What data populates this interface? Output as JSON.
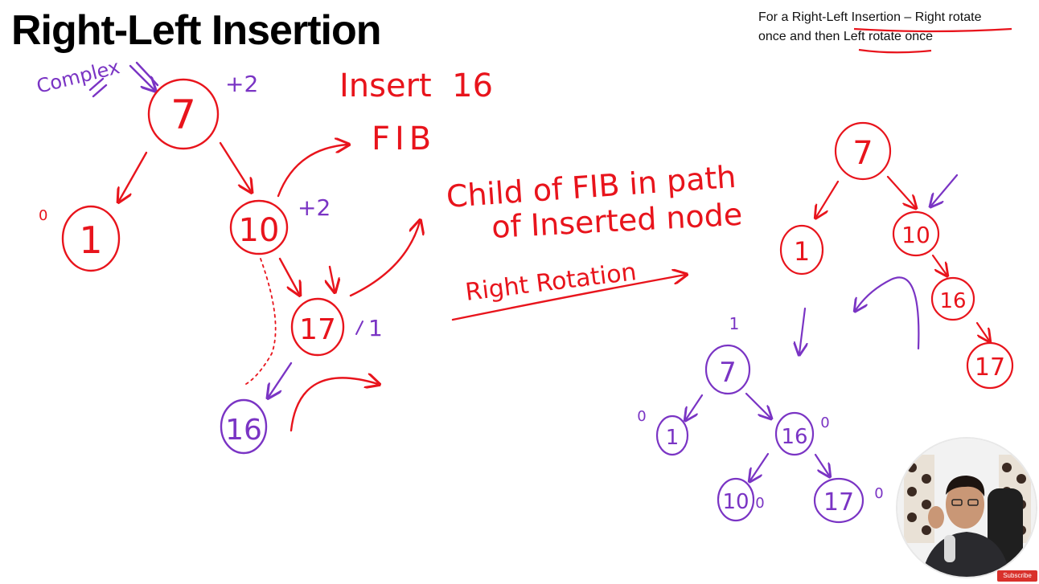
{
  "slide": {
    "title": "Right-Left Insertion",
    "note_line1": "For a Right-Left Insertion – Right rotate",
    "note_line2": "once and then Left rotate once"
  },
  "annotations": {
    "complex": "Complex",
    "insert": "Insert  16",
    "fib": "FIB",
    "child_line1": "Child of FIB in path",
    "child_line2": "of Inserted node",
    "right_rotation": "Right Rotation",
    "bf_plus2_root": "+2",
    "bf_plus2_ten": "+2",
    "bf_seventeen": "1",
    "bf_zero_one": "0",
    "top_mark": "1"
  },
  "tree_original": {
    "root": "7",
    "left": "1",
    "right": "10",
    "right_right": "17",
    "inserted": "16"
  },
  "tree_after_right_rotation": {
    "root": "7",
    "left": "1",
    "right": "10",
    "right_right": "16",
    "right_right_right": "17"
  },
  "tree_final": {
    "root": "7",
    "left": "1",
    "right": "16",
    "right_left": "10",
    "right_right": "17",
    "bf_left": "0",
    "bf_right": "0",
    "bf_right_left": "0",
    "bf_right_right": "0"
  },
  "colors": {
    "red": "#e8141c",
    "purple": "#7a34c4"
  },
  "webcam": {
    "badge": "Subscribe"
  }
}
